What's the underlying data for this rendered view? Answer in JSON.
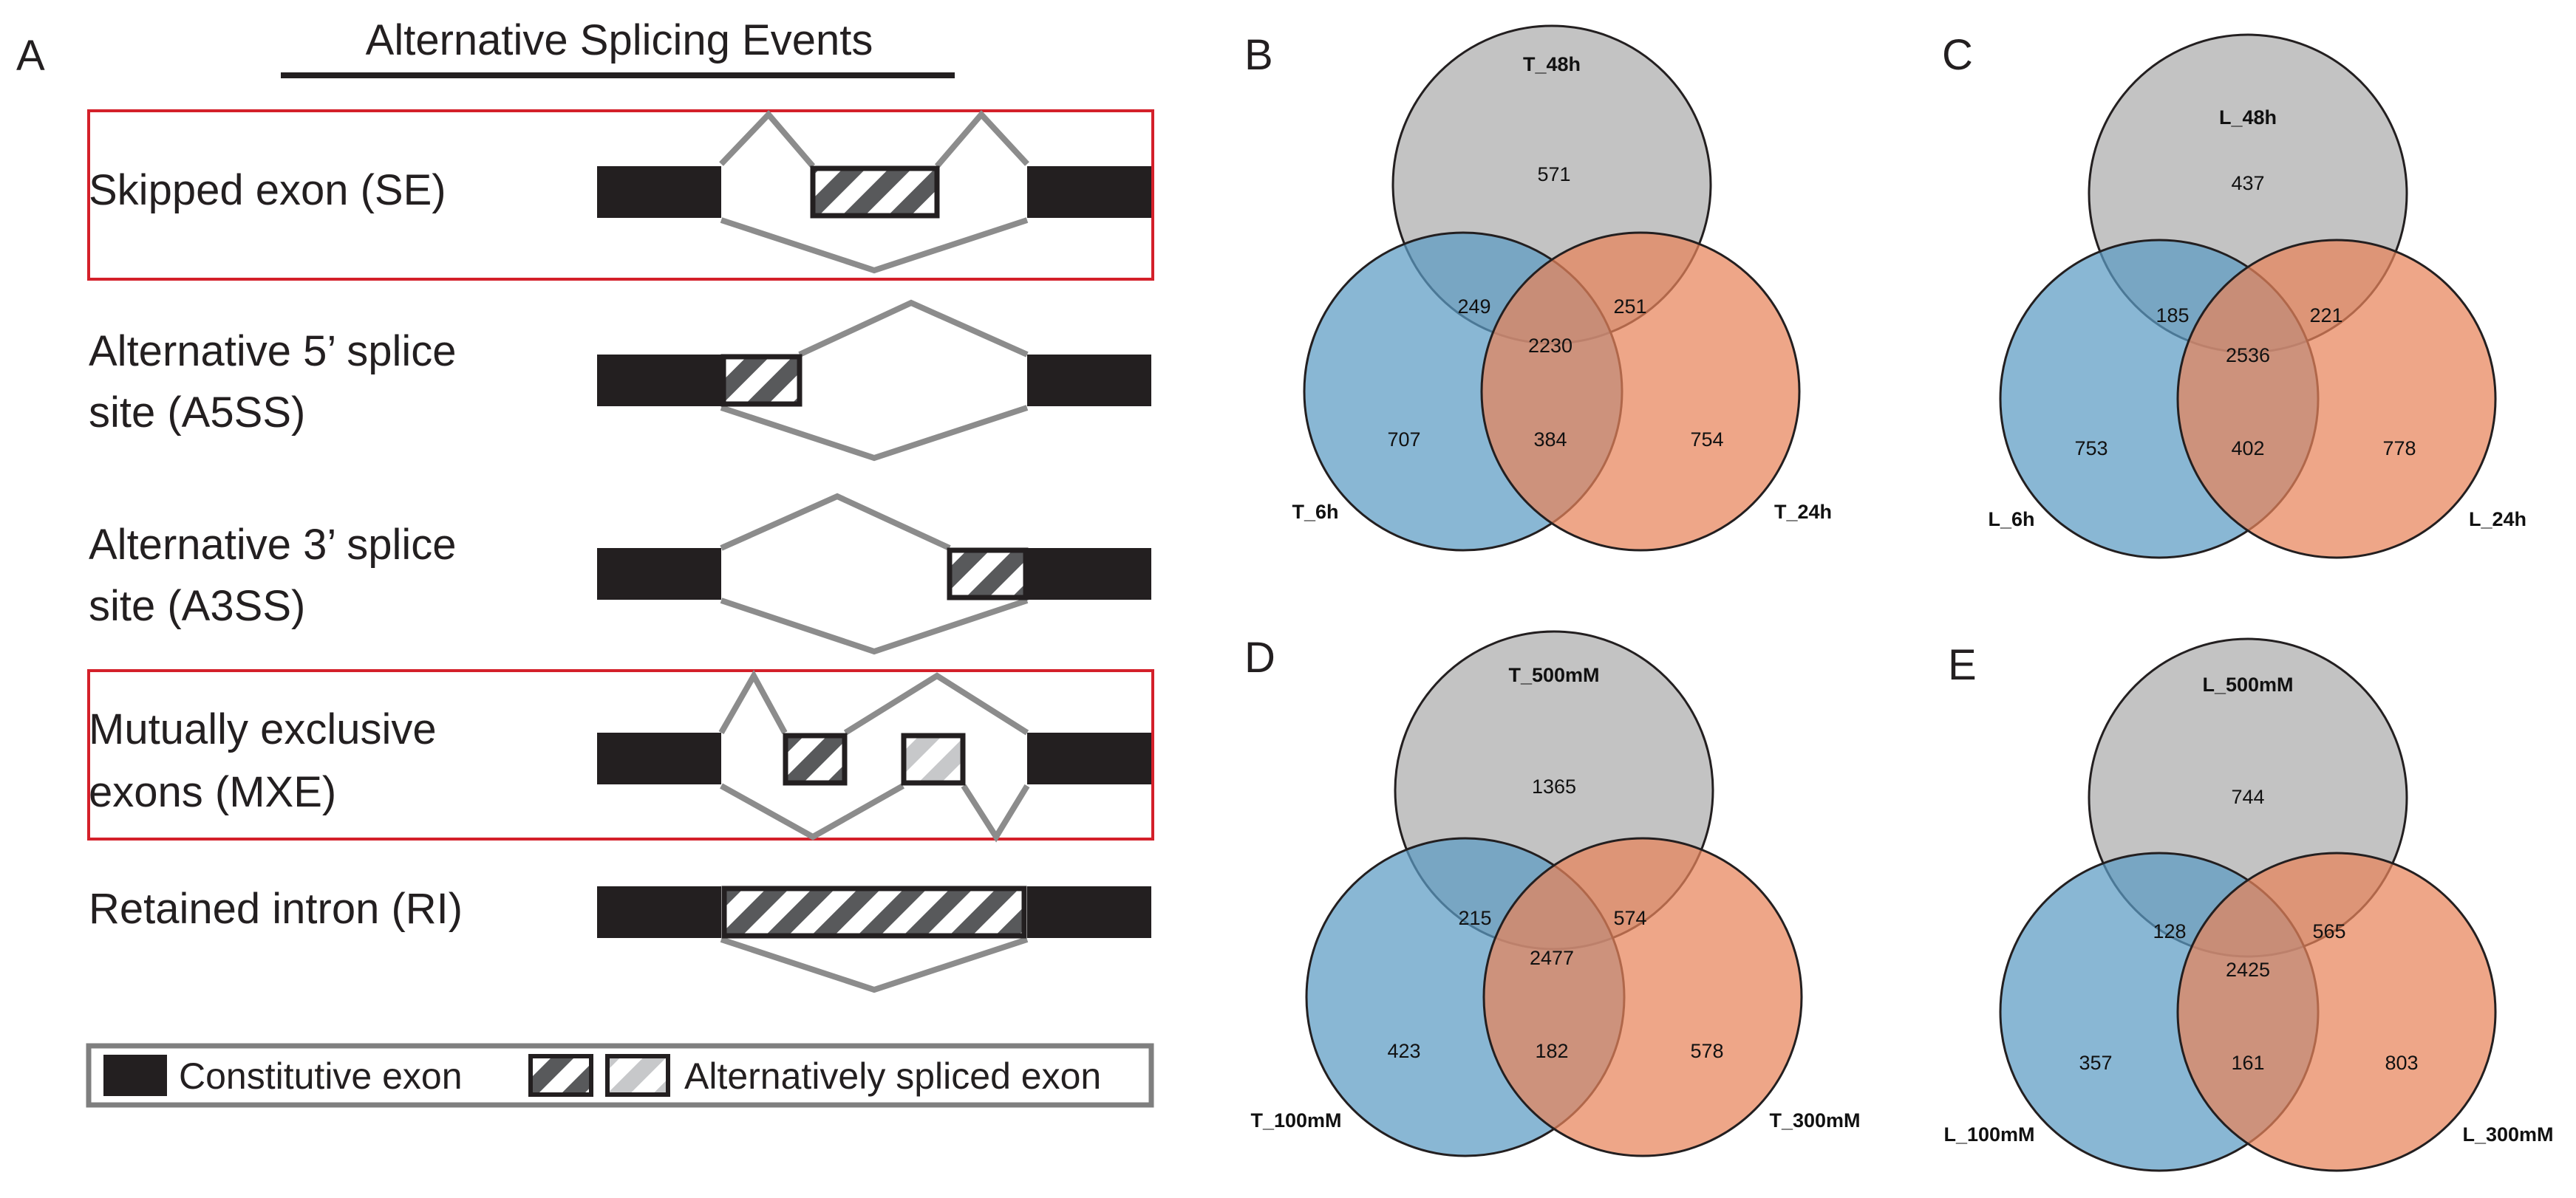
{
  "panelA": {
    "letter": "A",
    "title": "Alternative Splicing Events",
    "events": [
      {
        "id": "se",
        "line1": "Skipped exon (SE)",
        "line2": "",
        "highlighted": true
      },
      {
        "id": "a5ss",
        "line1": "Alternative 5’ splice",
        "line2": "site (A5SS)",
        "highlighted": false
      },
      {
        "id": "a3ss",
        "line1": "Alternative 3’ splice",
        "line2": "site (A3SS)",
        "highlighted": false
      },
      {
        "id": "mxe",
        "line1": "Mutually exclusive",
        "line2": "exons (MXE)",
        "highlighted": true
      },
      {
        "id": "ri",
        "line1": "Retained intron (RI)",
        "line2": "",
        "highlighted": false
      }
    ],
    "legend": {
      "constitutive_label": "Constitutive exon",
      "alternative_label": "Alternatively spliced exon"
    }
  },
  "venns": [
    {
      "letter": "B",
      "sets": {
        "top": "T_48h",
        "left": "T_6h",
        "right": "T_24h"
      },
      "regions": {
        "top_only": "571",
        "left_only": "707",
        "right_only": "754",
        "top_left": "249",
        "top_right": "251",
        "left_right": "384",
        "all": "2230"
      }
    },
    {
      "letter": "C",
      "sets": {
        "top": "L_48h",
        "left": "L_6h",
        "right": "L_24h"
      },
      "regions": {
        "top_only": "437",
        "left_only": "753",
        "right_only": "778",
        "top_left": "185",
        "top_right": "221",
        "left_right": "402",
        "all": "2536"
      }
    },
    {
      "letter": "D",
      "sets": {
        "top": "T_500mM",
        "left": "T_100mM",
        "right": "T_300mM"
      },
      "regions": {
        "top_only": "1365",
        "left_only": "423",
        "right_only": "578",
        "top_left": "215",
        "top_right": "574",
        "left_right": "182",
        "all": "2477"
      }
    },
    {
      "letter": "E",
      "sets": {
        "top": "L_500mM",
        "left": "L_100mM",
        "right": "L_300mM"
      },
      "regions": {
        "top_only": "744",
        "left_only": "357",
        "right_only": "803",
        "top_left": "128",
        "top_right": "565",
        "left_right": "161",
        "all": "2425"
      }
    }
  ],
  "colors": {
    "exon": "#231f20",
    "line": "#8c8c8c",
    "highlight_border": "#d4202a",
    "legend_border": "#7f7f7f",
    "venn_top": "#bdbdbd",
    "venn_left": "#5b9bc4",
    "venn_right": "#e8835a"
  }
}
